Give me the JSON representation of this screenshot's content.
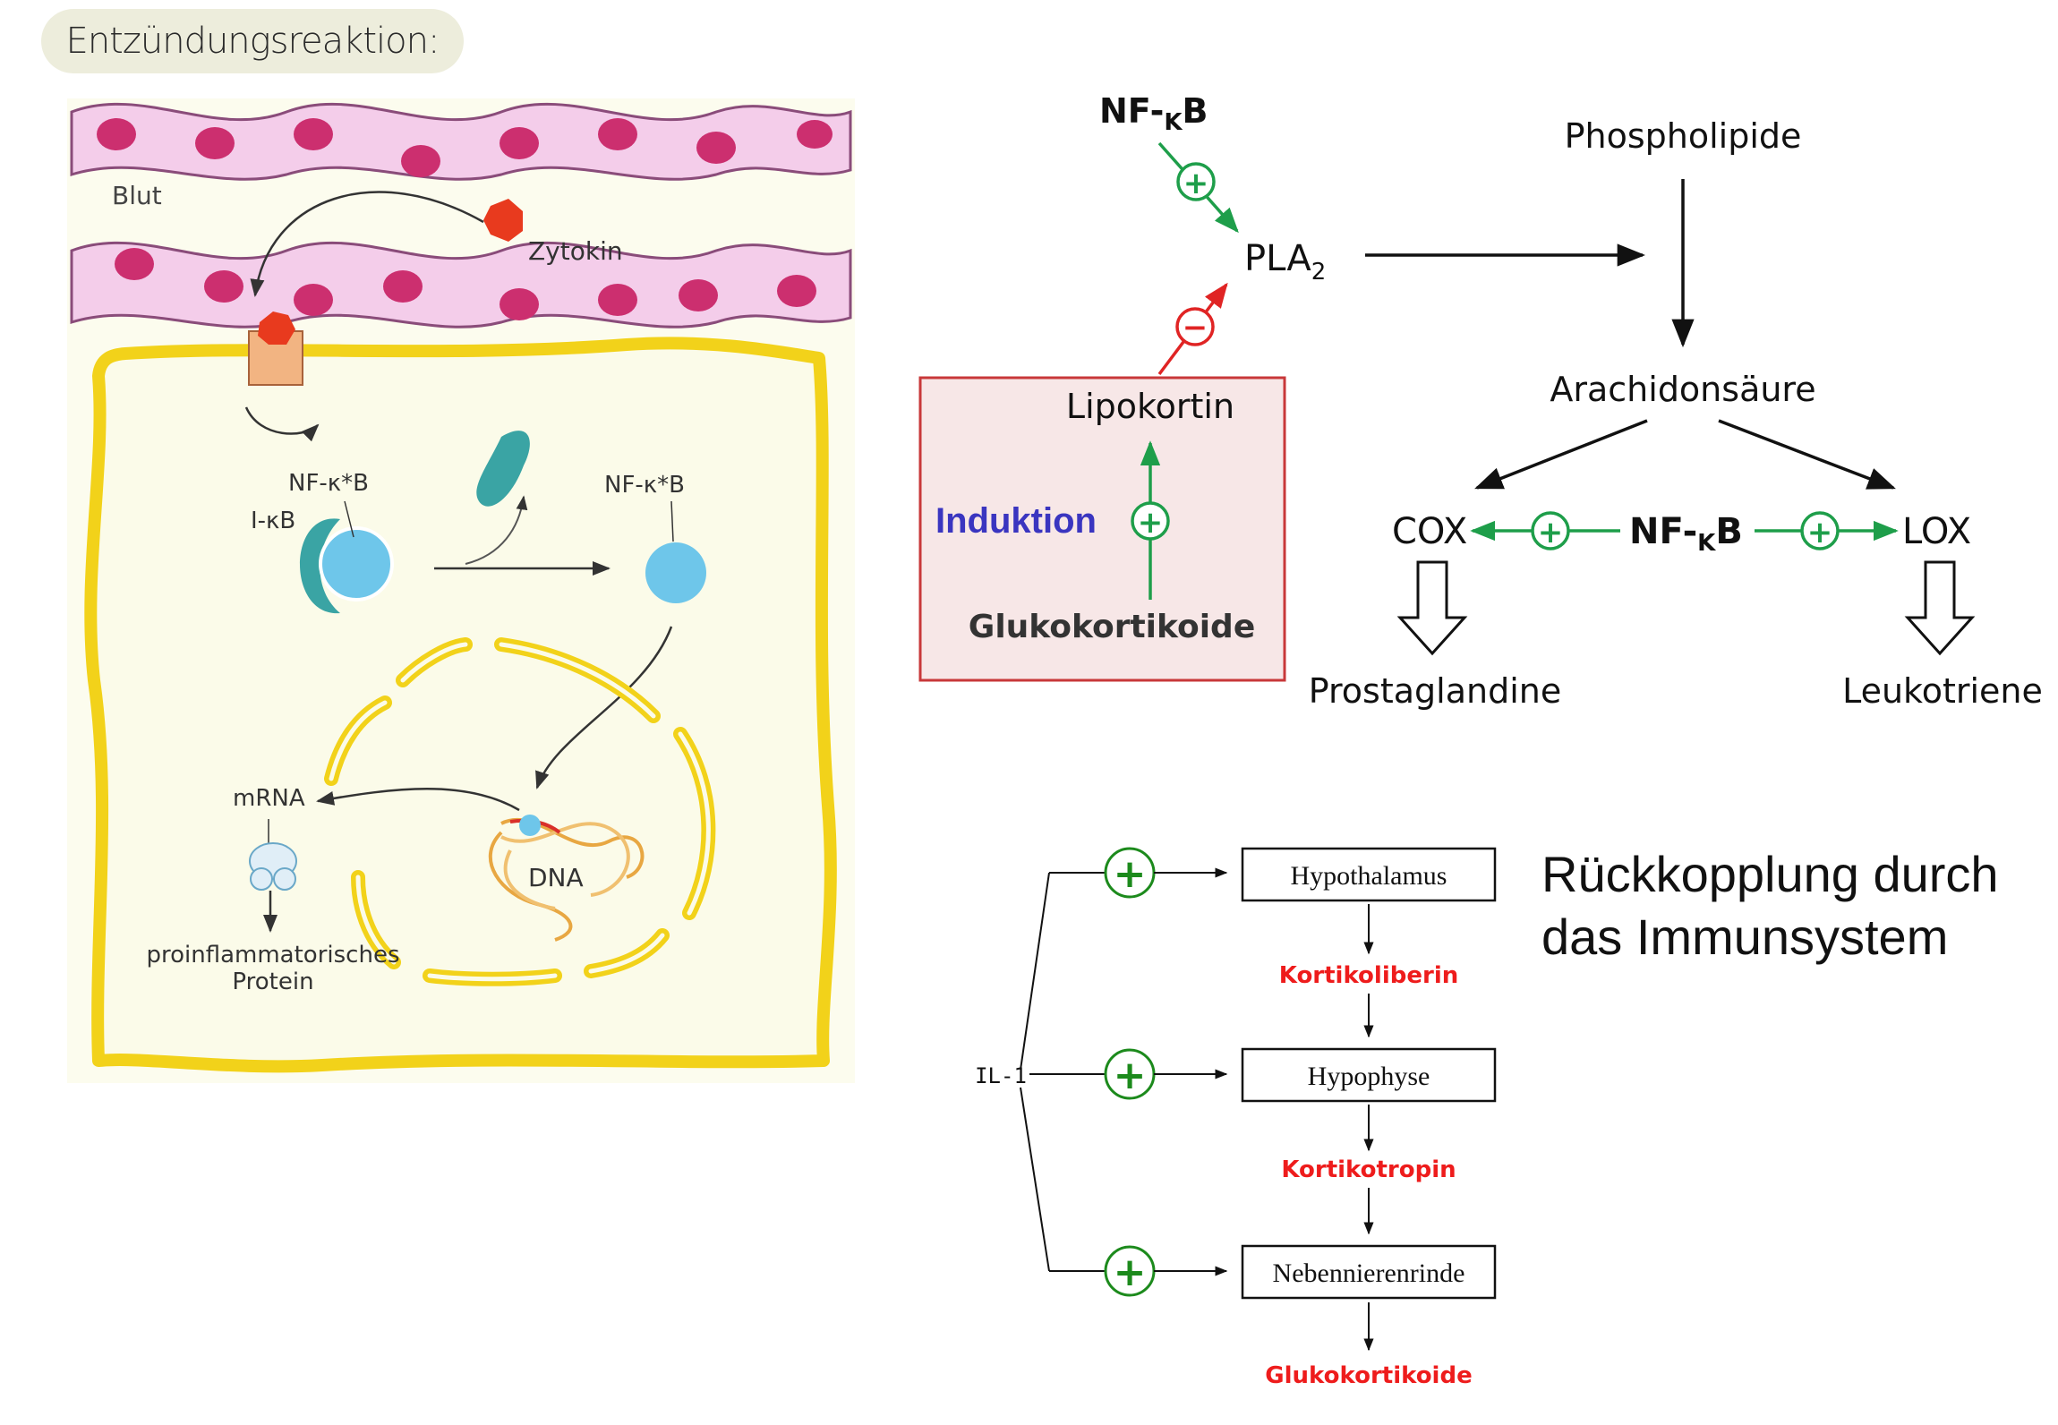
{
  "header": {
    "title": "Entzündungsreaktion:"
  },
  "cell_diagram": {
    "blood_label": "Blut",
    "cytokine_label": "Zytokin",
    "complex_label": "NF-κ*B",
    "inhibitor_label": "I-κB",
    "free_factor_label": "NF-κ*B",
    "mrna_label": "mRNA",
    "dna_label": "DNA",
    "protein_label_line1": "proinflammatorisches",
    "protein_label_line2": "Protein",
    "colors": {
      "membrane": "#f2d21a",
      "cell_bg": "#fbfbe9",
      "blood_cell": "#f2c8e8",
      "nucleus": "#cc2f6f",
      "factor": "#6ec6ea",
      "inhibitor": "#3aa4a4",
      "cytokine": "#e83a1e"
    }
  },
  "cascade": {
    "nfkb_top": {
      "main": "NF-",
      "sub": "K",
      "end": "B"
    },
    "pla2": {
      "main": "PLA",
      "sub": "2"
    },
    "phospholipide": "Phospholipide",
    "arachidonsaeure": "Arachidonsäure",
    "lipokortin": "Lipokortin",
    "induktion": "Induktion",
    "glukokortikoide": "Glukokortikoide",
    "cox": "COX",
    "lox": "LOX",
    "nfkb_mid": {
      "main": "NF-",
      "sub": "K",
      "end": "B"
    },
    "prostaglandine": "Prostaglandine",
    "leukotriene": "Leukotriene",
    "plus_sign": "+",
    "minus_sign": "−",
    "colors": {
      "activation": "#1e9e4a",
      "inhibition": "#e02424",
      "induktion_text": "#3a35c0",
      "box_fill": "#f7e7e7",
      "box_border": "#c8383a"
    }
  },
  "feedback": {
    "title_line1": "Rückkopplung durch",
    "title_line2": "das Immunsystem",
    "il1": "IL-1",
    "hypothalamus": "Hypothalamus",
    "kortikoliberin": "Kortikoliberin",
    "hypophyse": "Hypophyse",
    "kortikotropin": "Kortikotropin",
    "nebennierenrinde": "Nebennierenrinde",
    "glukokortikoide": "Glukokortikoide",
    "plus_sign": "+",
    "colors": {
      "hormone_text": "#ee1c1c",
      "plus": "#1c8a1c"
    }
  }
}
